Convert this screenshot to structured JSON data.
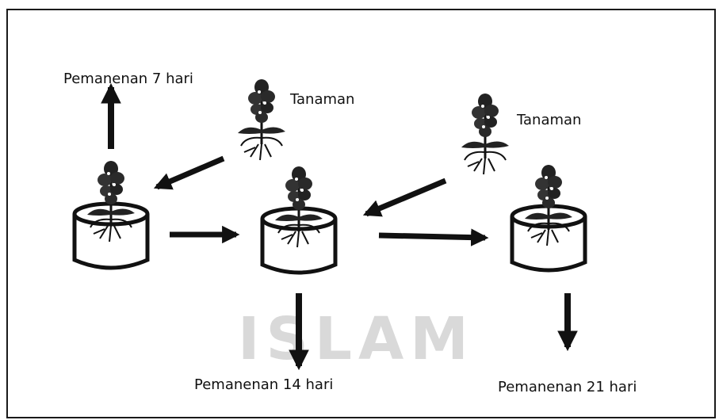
{
  "labels": {
    "harvest_7": "Pemanenan 7 hari",
    "plant_a": "Tanaman",
    "plant_b": "Tanaman",
    "harvest_14": "Pemanenan 14 hari",
    "harvest_21": "Pemanenan 21 hari"
  },
  "watermark": {
    "text": "ISLAM"
  },
  "colors": {
    "ink": "#111111",
    "frame": "#1a1a1a",
    "watermark": "#d9d9d9"
  },
  "icons": [
    "plant-icon",
    "pot-icon",
    "arrow-icon"
  ]
}
